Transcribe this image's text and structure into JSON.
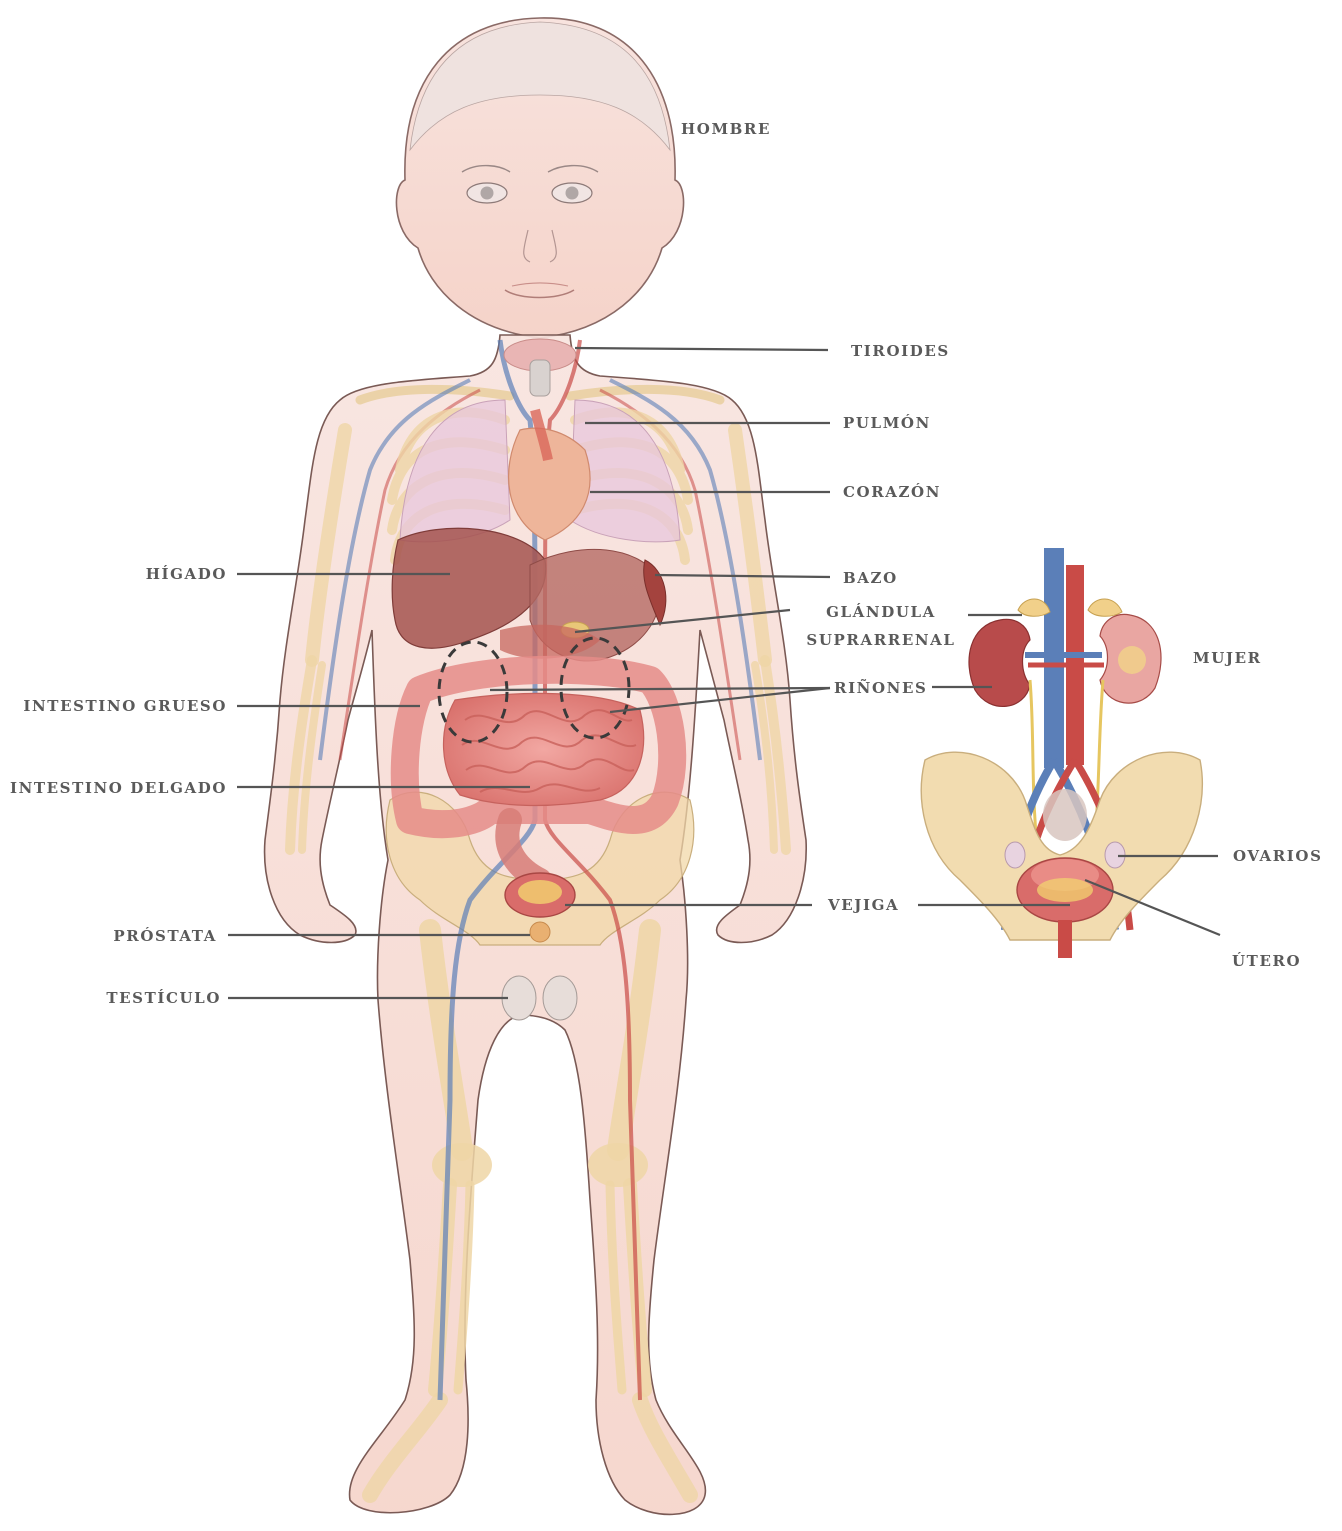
{
  "colors": {
    "skin": "#f6d7cf",
    "skin_outline": "#7a5a55",
    "bone": "#f3dcae",
    "vein": "#5b7fb8",
    "artery": "#c94b47",
    "intestine": "#e58c88",
    "liver": "#a5534f",
    "lung": "#e8c7dc",
    "label_text": "#5a5a5a",
    "leader_line": "#555555"
  },
  "figure": {
    "male_title": "HOMBRE",
    "female_title": "MUJER"
  },
  "labels": {
    "tiroides": "TIROIDES",
    "pulmon": "PULMÓN",
    "corazon": "CORAZÓN",
    "bazo": "BAZO",
    "glandula_line1": "GLÁNDULA",
    "glandula_line2": "SUPRARRENAL",
    "rinones": "RIÑONES",
    "higado": "HÍGADO",
    "intestino_grueso": "INTESTINO GRUESO",
    "intestino_delgado": "INTESTINO DELGADO",
    "vejiga": "VEJIGA",
    "prostata": "PRÓSTATA",
    "testiculo": "TESTÍCULO",
    "ovarios": "OVARIOS",
    "utero": "ÚTERO"
  }
}
